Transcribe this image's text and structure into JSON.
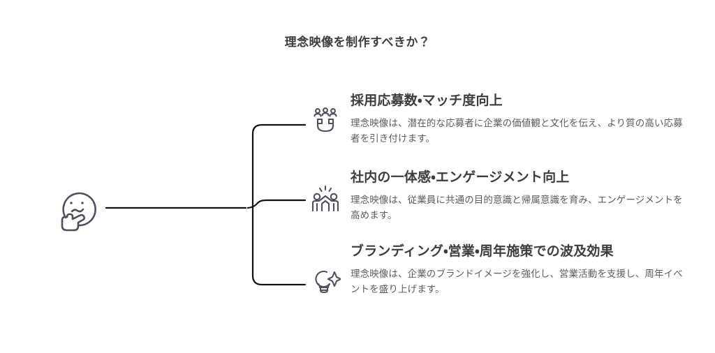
{
  "title": "理念映像を制作すべきか？",
  "colors": {
    "background": "#ffffff",
    "heading_text": "#3d3d3d",
    "body_text": "#5c5c5c",
    "icon_stroke": "#554b5e",
    "connector_line": "#111111"
  },
  "root": {
    "icon": "thinking-face-icon"
  },
  "branches": [
    {
      "icon": "magnet-people-icon",
      "heading": "採用応募数・マッチ度向上",
      "body": "理念映像は、潜在的な応募者に企業の価値観と文化を伝え、より質の高い応募者を引き付けます。"
    },
    {
      "icon": "team-high-five-icon",
      "heading": "社内の一体感・エンゲージメント向上",
      "body": "理念映像は、従業員に共通の目的意識と帰属意識を育み、エンゲージメントを高めます。"
    },
    {
      "icon": "lightbulb-sparkle-icon",
      "heading": "ブランディング・営業・周年施策での波及効果",
      "body": "理念映像は、企業のブランドイメージを強化し、営業活動を支援し、周年イベントを盛り上げます。"
    }
  ]
}
